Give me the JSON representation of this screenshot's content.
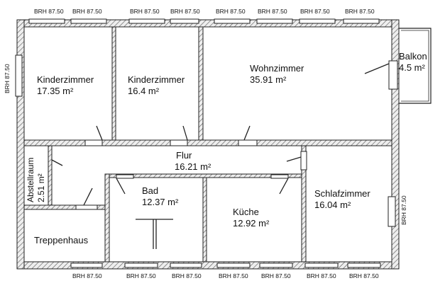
{
  "rooms": {
    "kinderzimmer1": {
      "name": "Kinderzimmer",
      "area": "17.35 m²"
    },
    "kinderzimmer2": {
      "name": "Kinderzimmer",
      "area": "16.4 m²"
    },
    "wohnzimmer": {
      "name": "Wohnzimmer",
      "area": "35.91 m²"
    },
    "balkon": {
      "name": "Balkon",
      "area": "4.5 m²"
    },
    "flur": {
      "name": "Flur",
      "area": "16.21 m²"
    },
    "abstellraum": {
      "name": "Abstellraum",
      "area": "2.51 m²"
    },
    "bad": {
      "name": "Bad",
      "area": "12.37 m²"
    },
    "kueche": {
      "name": "Küche",
      "area": "12.92 m²"
    },
    "schlafzimmer": {
      "name": "Schlafzimmer",
      "area": "16.04 m²"
    },
    "treppenhaus": {
      "name": "Treppenhaus"
    }
  },
  "window_label": "BRH 87.50",
  "colors": {
    "wall_fill": "#d9d9d9",
    "wall_line": "#222222",
    "background": "#ffffff"
  }
}
